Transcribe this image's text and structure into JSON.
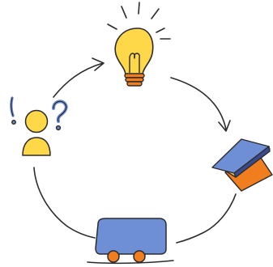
{
  "diagram": {
    "kind": "cycle",
    "nodes": [
      {
        "id": "idea",
        "icon": "lightbulb-icon"
      },
      {
        "id": "plan",
        "icon": "stacked-sheets-icon"
      },
      {
        "id": "delivery",
        "icon": "bus-icon"
      },
      {
        "id": "questions",
        "icon": "confused-person-icon"
      }
    ],
    "colors": {
      "stroke": "#2b2b2b",
      "yellow": "#ffd84a",
      "orange": "#f07e1e",
      "blue": "#6e8fd6",
      "navy": "#3a4a8c"
    }
  }
}
